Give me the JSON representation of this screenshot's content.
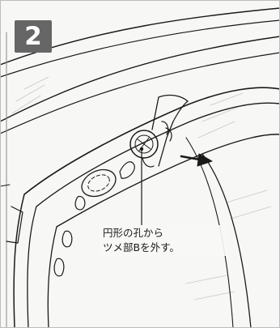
{
  "step": {
    "number": "2"
  },
  "callout": {
    "line1": "円形の孔から",
    "line2": "ツメ部Bを外す。"
  },
  "colors": {
    "badge": "#666666",
    "ink": "#1a1a1a",
    "paper": "#f7f7f5"
  },
  "icons": {
    "arrow": "direction-arrow-icon",
    "leader": "leader-line"
  }
}
